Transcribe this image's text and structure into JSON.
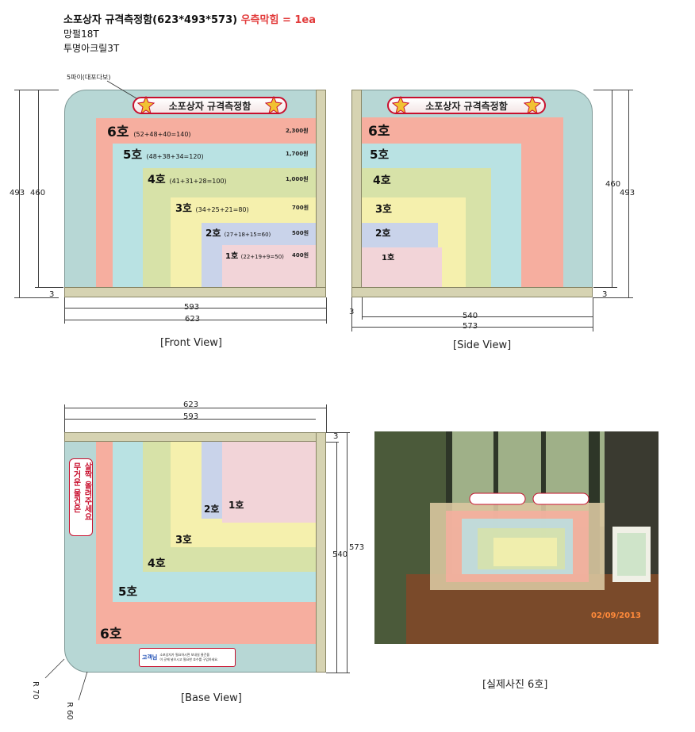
{
  "header": {
    "title": "소포상자 규격측정함(623*493*573)",
    "title_red": "우측막힘 = 1ea",
    "material1": "망펄18T",
    "material2": "투명아크릴3T"
  },
  "front": {
    "caption": "[Front View]",
    "banner": "소포상자 규격측정함",
    "callout": "5파이(대포다보)",
    "dims": {
      "h_outer": "493",
      "h_inner": "460",
      "base": "3",
      "w_inner": "593",
      "w_outer": "623"
    },
    "tiers": [
      {
        "num": "6호",
        "formula": "(52+48+40=140)",
        "price": "2,300원"
      },
      {
        "num": "5호",
        "formula": "(48+38+34=120)",
        "price": "1,700원"
      },
      {
        "num": "4호",
        "formula": "(41+31+28=100)",
        "price": "1,000원"
      },
      {
        "num": "3호",
        "formula": "(34+25+21=80)",
        "price": "700원"
      },
      {
        "num": "2호",
        "formula": "(27+18+15=60)",
        "price": "500원"
      },
      {
        "num": "1호",
        "formula": "(22+19+9=50)",
        "price": "400원"
      }
    ]
  },
  "side": {
    "caption": "[Side View]",
    "banner": "소포상자 규격측정함",
    "dims": {
      "h_inner": "460",
      "h_outer": "493",
      "base": "3",
      "left_base": "3",
      "w_inner": "540",
      "w_outer": "573"
    },
    "tiers": [
      "6호",
      "5호",
      "4호",
      "3호",
      "2호",
      "1호"
    ]
  },
  "base": {
    "caption": "[Base View]",
    "dims": {
      "w_outer": "623",
      "w_inner": "593",
      "top": "3",
      "d_inner": "540",
      "d_outer": "573",
      "r70": "R 70",
      "r60": "R 60"
    },
    "tiers": [
      "6호",
      "5호",
      "4호",
      "3호",
      "2호",
      "1호"
    ],
    "side_sign": {
      "col1": "무거운 물건은",
      "col2": "살짝 올려주세요"
    },
    "notice": {
      "label": "고객님",
      "line1": "소포상자가 필요하시면 보내실 물건을",
      "line2": "이 곳에 넣으시고 필요한 호수를 구입하세요."
    }
  },
  "photo": {
    "caption": "[실제사진 6호]",
    "timestamp": "02/09/2013"
  },
  "colors": {
    "frame": "#b7d7d5",
    "frame_border": "#7e9896",
    "side_panel": "#d6d3b2",
    "tier6": "#f6ae9f",
    "tier5": "#b9e2e3",
    "tier4": "#d7e2a8",
    "tier3": "#f5f0ad",
    "tier2": "#c9d3ea",
    "tier1": "#f2d4d8"
  }
}
